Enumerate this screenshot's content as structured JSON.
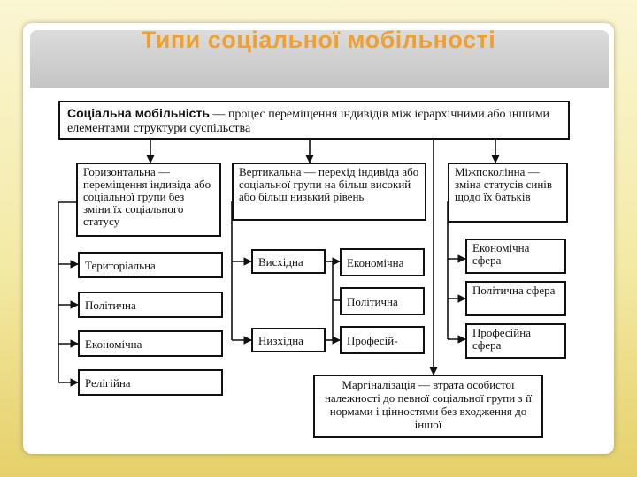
{
  "slide": {
    "title": "Типи соціальної мобільності"
  },
  "diagram": {
    "definition": {
      "term": "Соціальна мобільність",
      "text": " — процес переміщення індивідів між ієрархічними або іншими елементами структури суспільства"
    },
    "horizontal": {
      "text": "Горизонтальна — переміщення індивіда або соціальної групи без зміни їх соціального статусу",
      "items": [
        "Територіальна",
        "Політична",
        "Економічна",
        "Релігійна"
      ]
    },
    "vertical": {
      "text": "Вертикальна — перехід індивіда або соціальної групи на більш високий або більш низький рівень",
      "directions": [
        "Висхідна",
        "Низхідна"
      ],
      "spheres": [
        "Економічна",
        "Політична",
        "Професій-"
      ]
    },
    "intergenerational": {
      "text": "Міжпоколінна — зміна статусів синів щодо їх батьків",
      "spheres": [
        "Економічна сфера",
        "Політична сфера",
        "Професійна сфера"
      ]
    },
    "marginalization": {
      "text": "Маргіналізація — втрата особистої належності до певної соціальної групи з її нормами і цінностями без входження до іншої"
    }
  }
}
